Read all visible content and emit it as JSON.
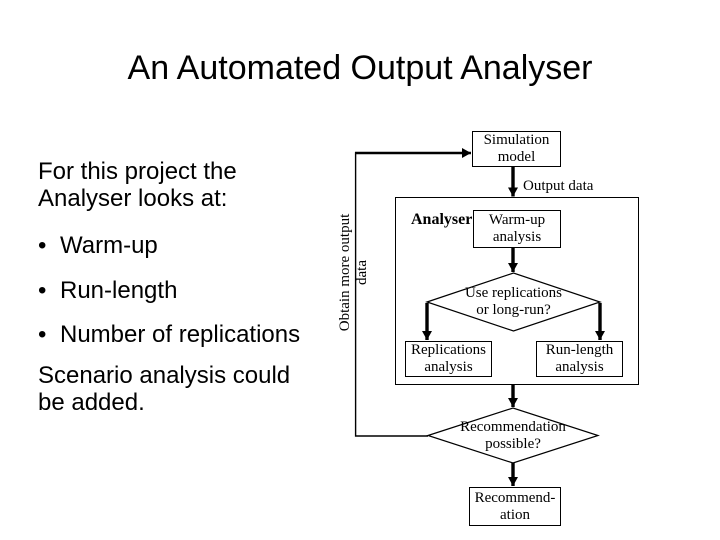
{
  "slide_title": "An Automated Output Analyser",
  "left_panel": {
    "intro": "For this project the\nAnalyser looks at:",
    "bullet_char": "•",
    "bullets": [
      "Warm-up",
      "Run-length",
      "Number of replications"
    ],
    "note": "Scenario analysis could\nbe added."
  },
  "flowchart": {
    "simulation_model_box": "Simulation\nmodel",
    "output_data_label": "Output data",
    "analyser_label": "Analyser",
    "warmup_analysis_box": "Warm-up\nanalysis",
    "use_replications_decision": "Use replications\nor long-run?",
    "replications_analysis_box": "Replications\nanalysis",
    "runlength_analysis_box": "Run-length\nanalysis",
    "recommendation_decision": "Recommendation\npossible?",
    "recommendation_box": "Recommend-\nation",
    "feedback_loop_label": "Obtain more output data"
  },
  "colors": {
    "background": "#ffffff",
    "text": "#000000",
    "line": "#000000"
  }
}
